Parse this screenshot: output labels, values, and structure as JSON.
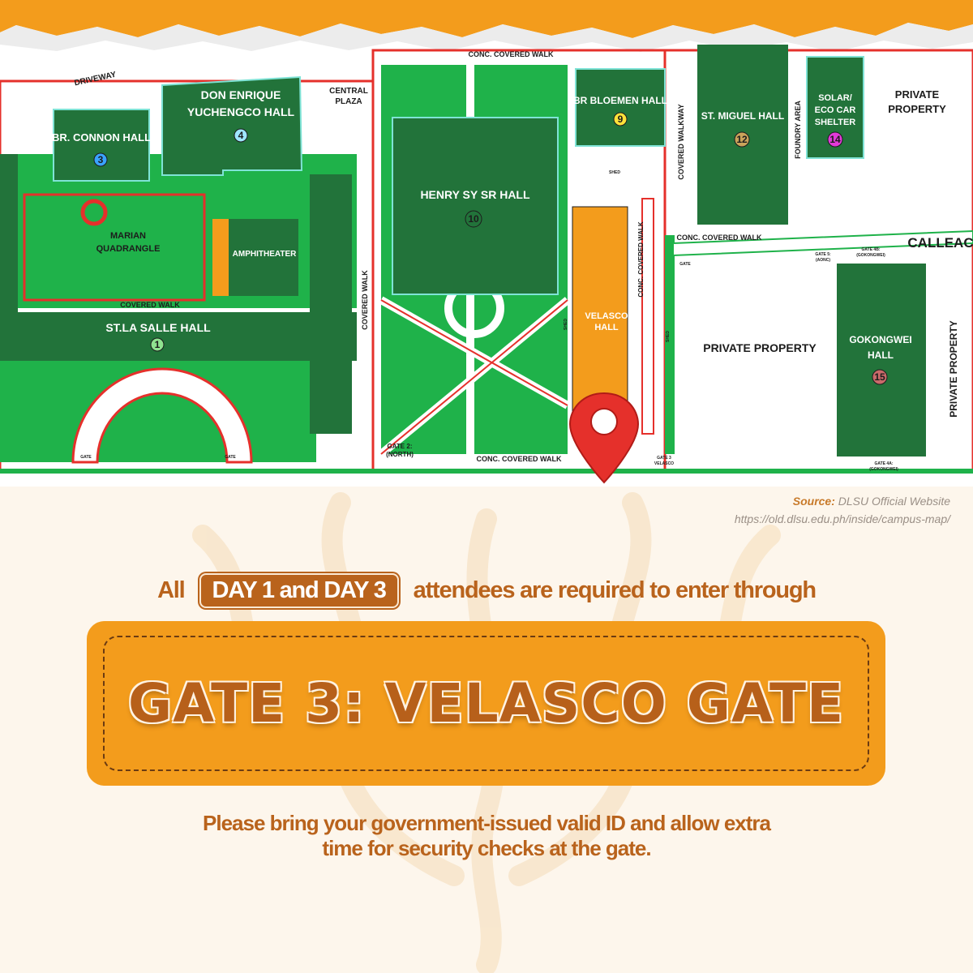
{
  "colors": {
    "accent": "#f39c1c",
    "brown": "#b9631c",
    "building": "#22733a",
    "lawn": "#1fb24a",
    "walk_red": "#e5302b",
    "highlight": "#f39c1c"
  },
  "map": {
    "buildings": {
      "don_enrique_a": "DON ENRIQUE",
      "don_enrique_b": "YUCHENGCO HALL",
      "connon": "BR. CONNON HALL",
      "henry_sy": "HENRY SY SR HALL",
      "bloemen": "BR BLOEMEN HALL",
      "st_miguel": "ST. MIGUEL HALL",
      "solar_a": "SOLAR/",
      "solar_b": "ECO CAR",
      "solar_c": "SHELTER",
      "private_a": "PRIVATE",
      "private_b": "PROPERTY",
      "private_main": "PRIVATE PROPERTY",
      "private_vert": "PRIVATE PROPERTY",
      "gokongwei_a": "GOKONGWEI",
      "gokongwei_b": "HALL",
      "velasco_a": "VELASCO",
      "velasco_b": "HALL",
      "la_salle": "ST.LA SALLE HALL",
      "marian_a": "MARIAN",
      "marian_b": "QUADRANGLE",
      "amphitheater": "AMPHITHEATER",
      "central_a": "CENTRAL",
      "central_b": "PLAZA"
    },
    "numbers": {
      "n1": "1",
      "n3": "3",
      "n4": "4",
      "n9": "9",
      "n10": "10",
      "n12": "12",
      "n14": "14",
      "n15": "15"
    },
    "walks": {
      "conc_top": "CONC. COVERED WALK",
      "conc_mid": "CONC. COVERED WALK",
      "conc_bottom": "CONC. COVERED WALK",
      "covered_walk": "COVERED WALK",
      "covered_walk_vert": "COVERED WALK",
      "covered_walkway": "COVERED WALKWAY",
      "conc_covered_vert": "CONC. COVERED WALK",
      "foundry": "FOUNDRY AREA",
      "driveway": "DRIVEWAY",
      "calle": "CALLEAC"
    },
    "gates": {
      "gate2_a": "GATE 2:",
      "gate2_b": "(NORTH)",
      "gate3_a": "GATE 3",
      "gate3_b": "VELASCO",
      "gate4a_a": "GATE 4A:",
      "gate4a_b": "(GOKONGWEI)",
      "gate4b_a": "GATE 4B:",
      "gate4b_b": "(GOKONGWEI)",
      "gate_aonc": "GATE 5:",
      "gate_aonc_b": "(AONC)",
      "gate_left": "GATE",
      "gate_left2": "GATE",
      "gate_mid": "GATE"
    },
    "shed": "SHED"
  },
  "source": {
    "label": "Source:",
    "site": "DLSU Official Website",
    "url": "https://old.dlsu.edu.ph/inside/campus-map/"
  },
  "headline": {
    "prefix": "All",
    "pill": "DAY 1 and DAY 3",
    "suffix": "attendees are required to enter through"
  },
  "gate_title": "GATE 3: VELASCO GATE",
  "note_line1": "Please bring your government-issued valid ID and allow extra",
  "note_line2": "time for security checks at the gate."
}
